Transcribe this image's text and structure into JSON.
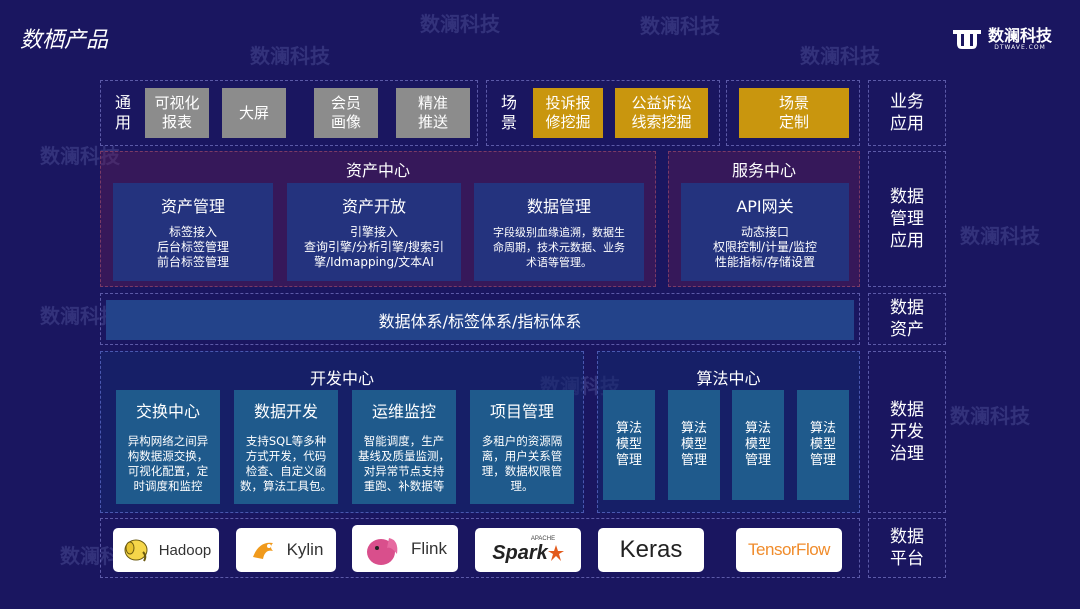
{
  "page": {
    "title": "数栖产品"
  },
  "logo": {
    "text": "数澜科技",
    "sub": "DTWAVE.COM"
  },
  "watermark": "数澜科技",
  "general": {
    "label": "通\n用",
    "items": [
      "可视化\n报表",
      "大屏",
      "会员\n画像",
      "精准\n推送"
    ]
  },
  "scenario": {
    "label": "场\n景",
    "items": [
      "投诉报\n修挖掘",
      "公益诉讼\n线索挖掘"
    ],
    "custom": "场景\n定制"
  },
  "asset_center": {
    "title": "资产中心",
    "cards": [
      {
        "title": "资产管理",
        "body": "标签接入\n后台标签管理\n前台标签管理"
      },
      {
        "title": "资产开放",
        "body": "引擎接入\n查询引擎/分析引擎/搜索引\n擎/Idmapping/文本AI"
      },
      {
        "title": "数据管理",
        "body": "字段级别血缘追溯，数据生\n命周期，技术元数据、业务\n术语等管理。"
      }
    ]
  },
  "service_center": {
    "title": "服务中心",
    "card": {
      "title": "API网关",
      "body": "动态接口\n权限控制/计量/监控\n性能指标/存储设置"
    }
  },
  "data_system": "数据体系/标签体系/指标体系",
  "dev_center": {
    "title": "开发中心",
    "cards": [
      {
        "title": "交换中心",
        "body": "异构网络之间异\n构数据源交换，\n可视化配置，定\n时调度和监控"
      },
      {
        "title": "数据开发",
        "body": "支持SQL等多种\n方式开发，代码\n检查、自定义函\n数，算法工具包。"
      },
      {
        "title": "运维监控",
        "body": "智能调度，生产\n基线及质量监测，\n对异常节点支持\n重跑、补数据等"
      },
      {
        "title": "项目管理",
        "body": "多租户的资源隔\n离，用户关系管\n理，数据权限管\n理。"
      }
    ]
  },
  "algo_center": {
    "title": "算法中心",
    "items": [
      "算法\n模型\n管理",
      "算法\n模型\n管理",
      "算法\n模型\n管理",
      "算法\n模型\n管理"
    ]
  },
  "tech": [
    {
      "name": "Hadoop",
      "icon": "hadoop-elephant-icon"
    },
    {
      "name": "Kylin",
      "icon": "kylin-icon"
    },
    {
      "name": "Flink",
      "icon": "flink-squirrel-icon"
    },
    {
      "name": "Spark",
      "icon": "spark-star-icon",
      "prefix": "APACHE"
    },
    {
      "name": "Keras",
      "icon": ""
    },
    {
      "name": "TensorFlow",
      "icon": ""
    }
  ],
  "side_labels": [
    "业务\n应用",
    "数据\n管理\n应用",
    "数据\n资产",
    "数据\n开发\n治理",
    "数据\n平台"
  ],
  "colors": {
    "background": "#1a1660",
    "gold": "#c9960e",
    "gray": "#8c8c8c",
    "card_blue": "#24337e",
    "card_teal": "#1f5a8c",
    "spark_orange": "#e25a1c",
    "tensorflow_orange": "#f08c2c"
  }
}
